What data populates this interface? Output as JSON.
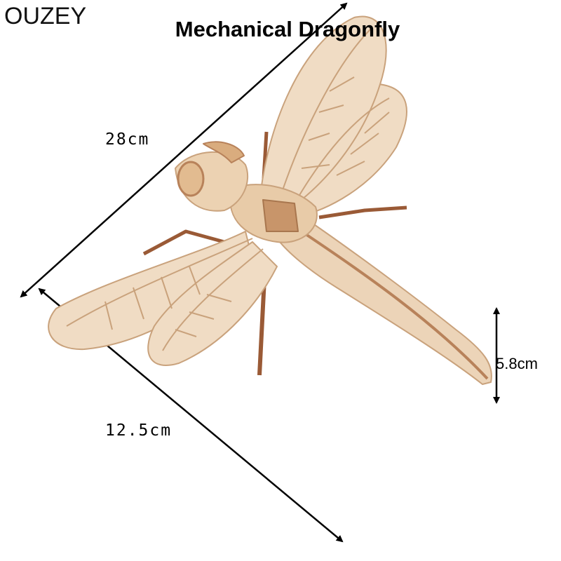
{
  "brand": "OUZEY",
  "title": "Mechanical Dragonfly",
  "dimensions": {
    "length": "28cm",
    "wingspan": "12.5cm",
    "height": "5.8cm"
  },
  "colors": {
    "wood": "#f0dcc4",
    "wood_edge": "#d8b28a",
    "wood_dark": "#b8825a",
    "arrow": "#000000"
  }
}
